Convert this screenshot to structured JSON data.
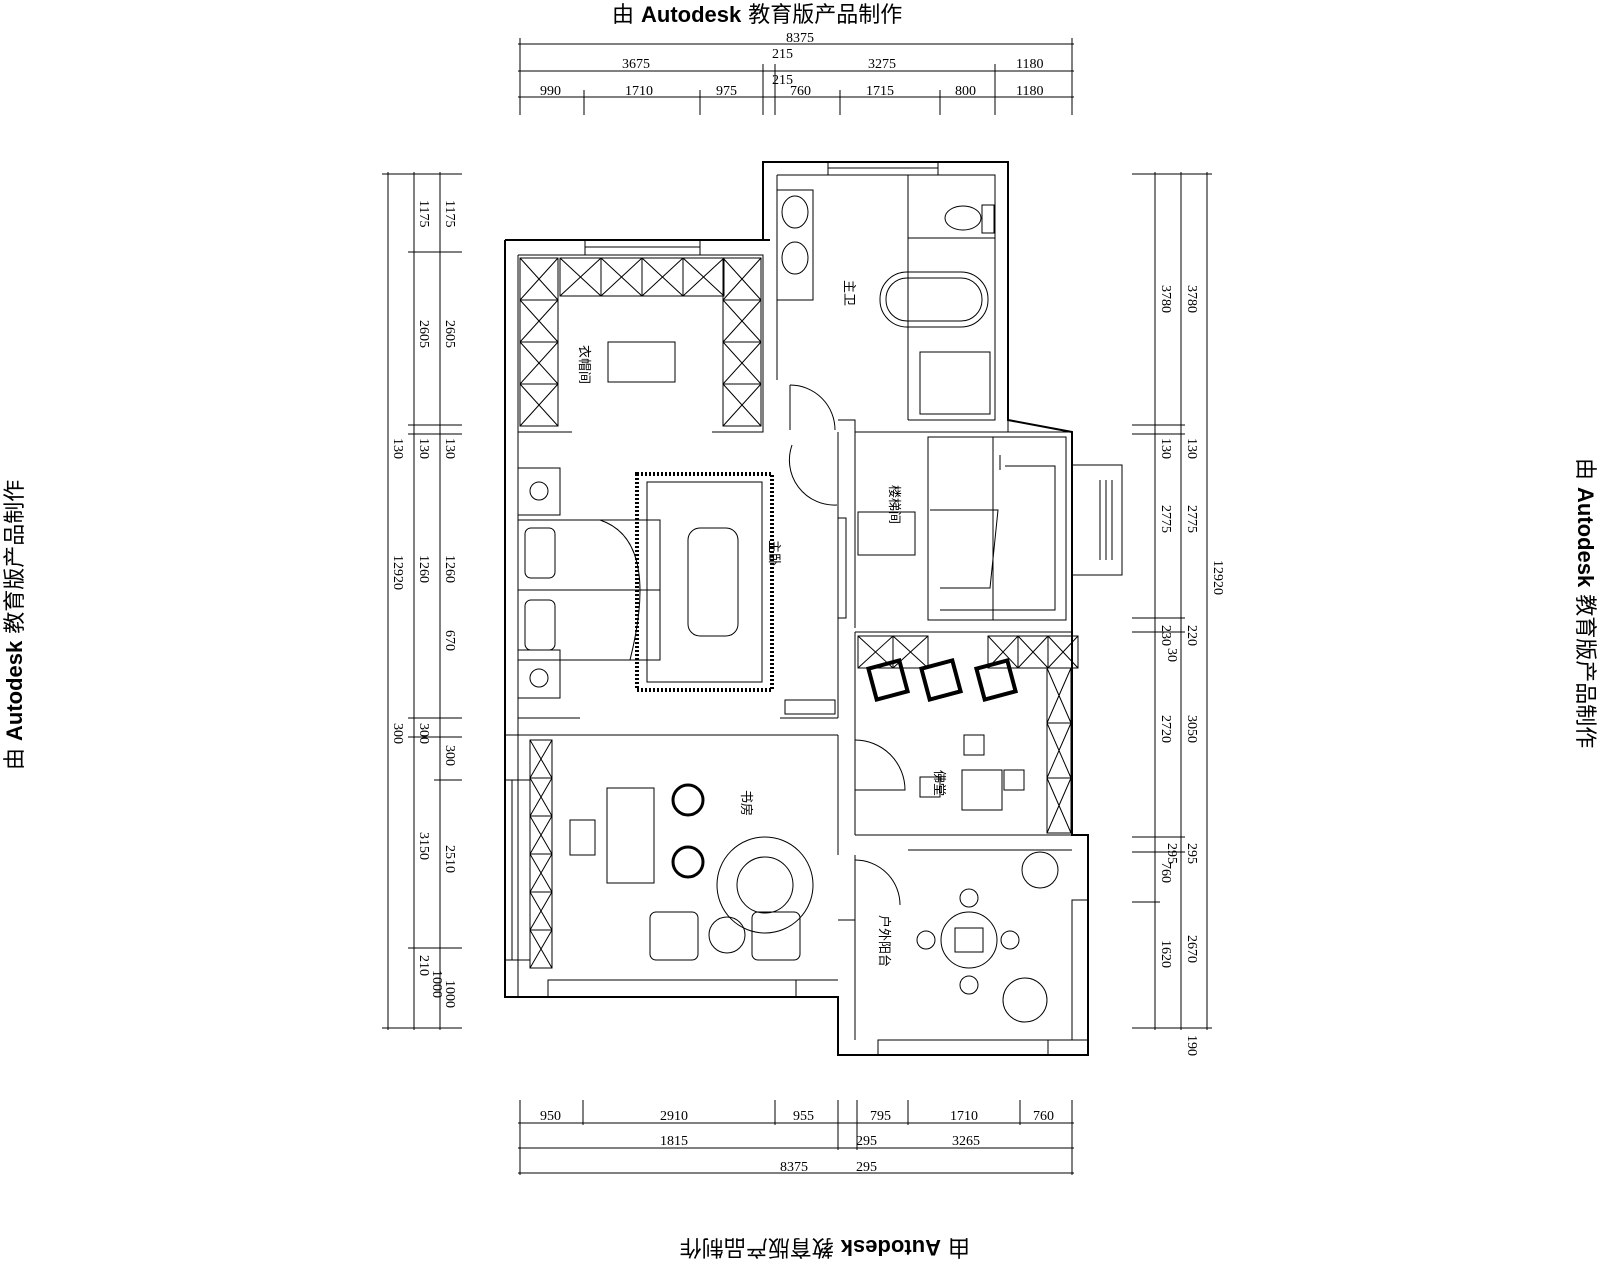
{
  "watermark": {
    "prefix": "由 ",
    "brand": "Autodesk",
    "suffix": " 教育版产品制作"
  },
  "rooms": {
    "cloakroom": "衣帽间",
    "master_bath": "主卫",
    "stairwell": "楼梯间",
    "master_bedroom": "主卧",
    "buddha_hall": "佛堂",
    "study": "书房",
    "balcony": "户外阳台"
  },
  "dims_top": {
    "total": "8375",
    "row2": [
      "3675",
      "215",
      "3275",
      "1180"
    ],
    "row3": [
      "990",
      "1710",
      "975",
      "215",
      "760",
      "1715",
      "800",
      "1180"
    ]
  },
  "dims_bottom": {
    "row1": [
      "950",
      "2910",
      "955",
      "795",
      "1710",
      "760"
    ],
    "row2": [
      "1815",
      "295",
      "3265"
    ],
    "total": "8375",
    "extra": "295"
  },
  "dims_left": {
    "inner": [
      "1175",
      "2605",
      "130",
      "1260",
      "300",
      "670",
      "2510",
      "1000"
    ],
    "middle": [
      "1175",
      "2605",
      "130",
      "1260",
      "300",
      "3150",
      "210",
      "1000"
    ],
    "outer": [
      "130",
      "12920",
      "300"
    ]
  },
  "dims_right": {
    "inner": [
      "3780",
      "130",
      "2775",
      "220",
      "3050",
      "295",
      "2670",
      "190"
    ],
    "middle": [
      "3780",
      "130",
      "2775",
      "230",
      "30",
      "2720",
      "295",
      "760",
      "1620"
    ],
    "outer": [
      "12920"
    ]
  }
}
